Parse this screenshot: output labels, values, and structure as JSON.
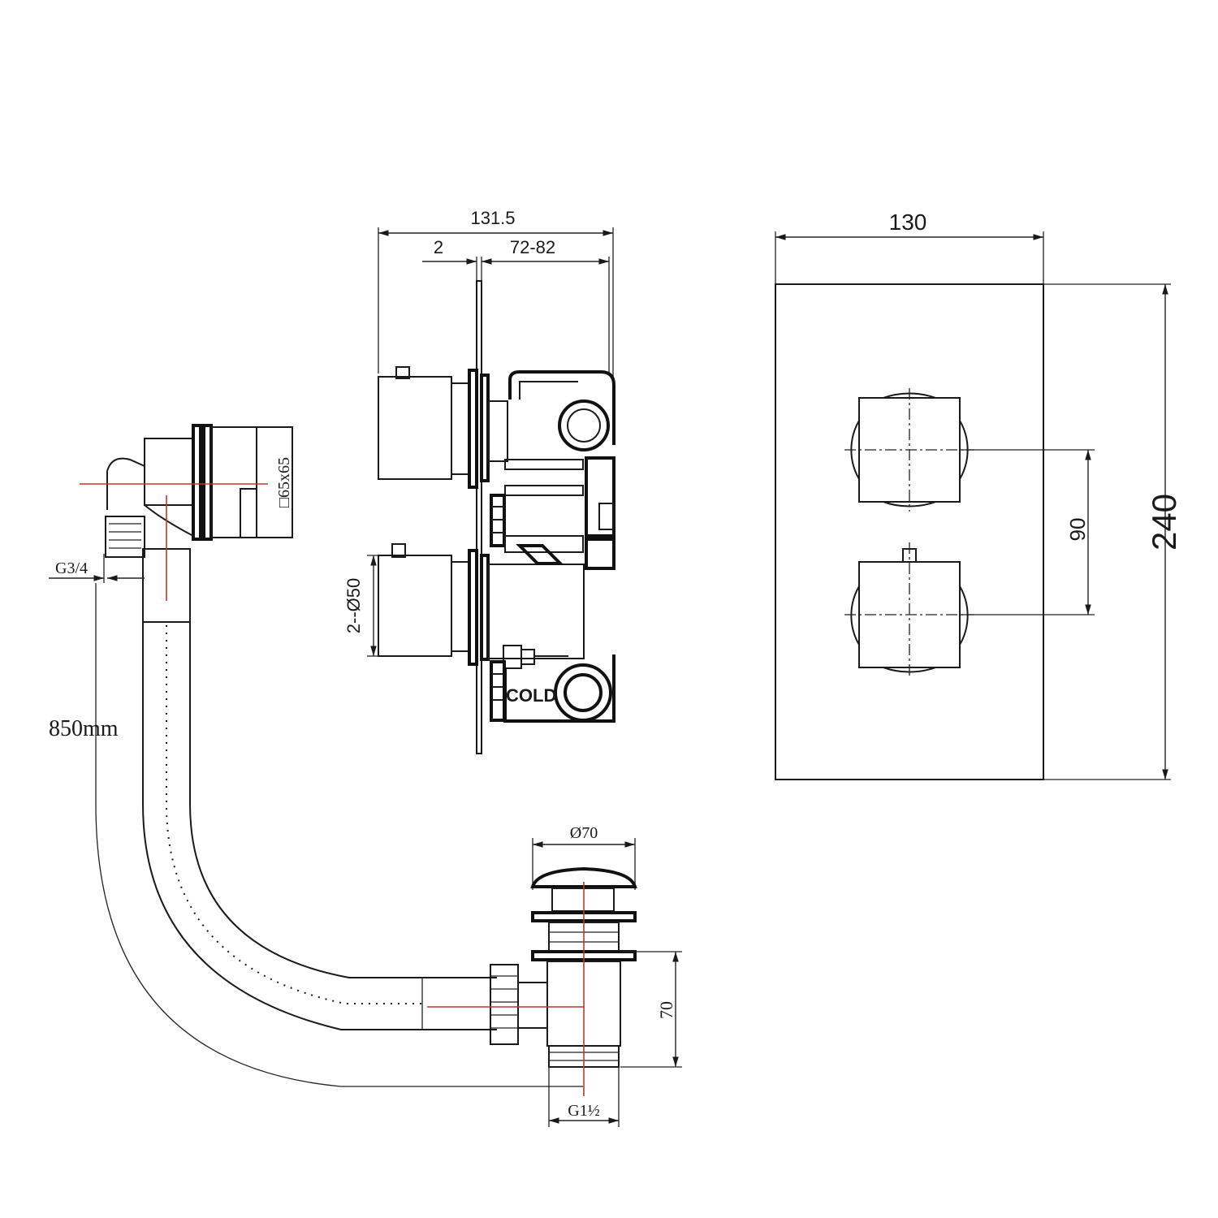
{
  "valve_side_view": {
    "overall_depth": "131.5",
    "plate_thickness": "2",
    "wall_depth_range": "72-82",
    "handle_diameter": "2--Ø50",
    "cold_label": "COLD"
  },
  "valve_front_view": {
    "plate_width": "130",
    "plate_height": "240",
    "handle_spacing": "90"
  },
  "waste_overflow": {
    "overflow_thread": "G3/4",
    "overflow_size": "□65x65",
    "hose_length": "850mm",
    "plug_diameter": "Ø70",
    "trap_height": "70",
    "outlet_thread": "G1½"
  },
  "colors": {
    "line": "#1a1a1a",
    "centerline": "#c0392b"
  }
}
